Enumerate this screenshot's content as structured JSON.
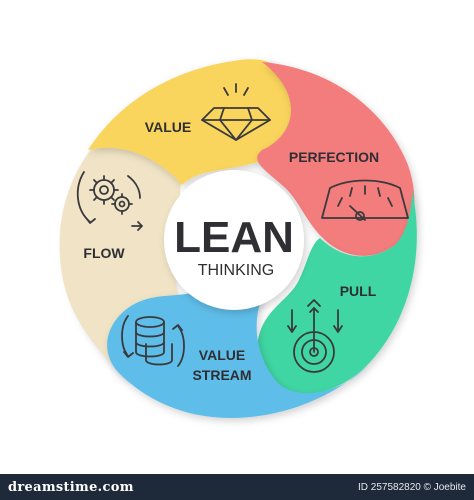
{
  "center": {
    "title": "LEAN",
    "subtitle": "THINKING"
  },
  "segments": [
    {
      "label": "VALUE",
      "color": "#f9d55d",
      "icon": "diamond-icon"
    },
    {
      "label": "PERFECTION",
      "color": "#f37d7b",
      "icon": "gauge-icon"
    },
    {
      "label": "PULL",
      "color": "#3fd6a3",
      "icon": "target-arrow-icon"
    },
    {
      "label_line1": "VALUE",
      "label_line2": "STREAM",
      "color": "#5ebde9",
      "icon": "coin-stack-icon"
    },
    {
      "label": "FLOW",
      "color": "#f1e4c6",
      "icon": "gears-icon"
    }
  ],
  "footer": {
    "brand": "dreamstime.com",
    "meta": "ID 257582820 © Joebite"
  }
}
